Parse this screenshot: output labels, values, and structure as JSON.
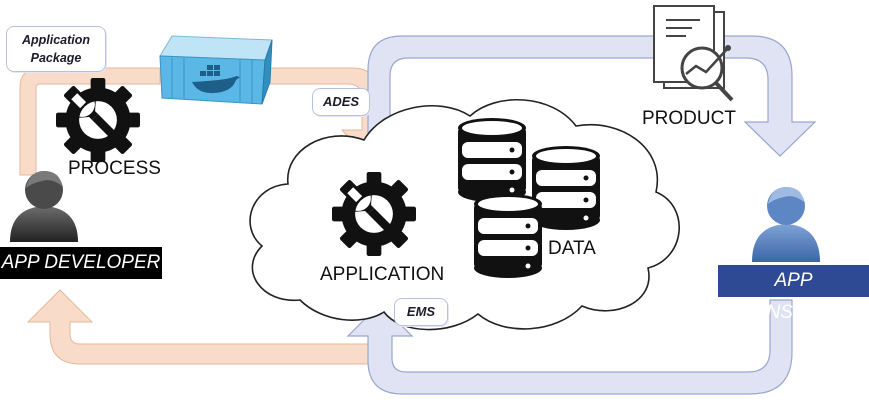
{
  "labels": {
    "app_package_line1": "Application",
    "app_package_line2": "Package",
    "ades": "ADES",
    "ems": "EMS",
    "process": "PROCESS",
    "application": "APPLICATION",
    "data": "DATA",
    "product": "PRODUCT",
    "app_developer": "APP DEVELOPER",
    "app_consumer": "APP CONSUMER"
  },
  "colors": {
    "orange_flow": "#f8dcc9",
    "orange_flow_edge": "#e8b79a",
    "blue_flow": "#dfe3f3",
    "blue_flow_edge": "#9aa6cf",
    "developer": "#3a3a3a",
    "consumer": "#4a78b8",
    "consumer_bar": "#2e4a94",
    "developer_bar": "#000000",
    "container": "#5ab7e6"
  },
  "icons": {
    "gear_wrench": "gear-wrench-icon",
    "database": "database-icon",
    "product": "document-chart-magnifier-icon",
    "person": "person-icon",
    "container": "docker-container-icon",
    "cloud": "cloud-icon"
  }
}
